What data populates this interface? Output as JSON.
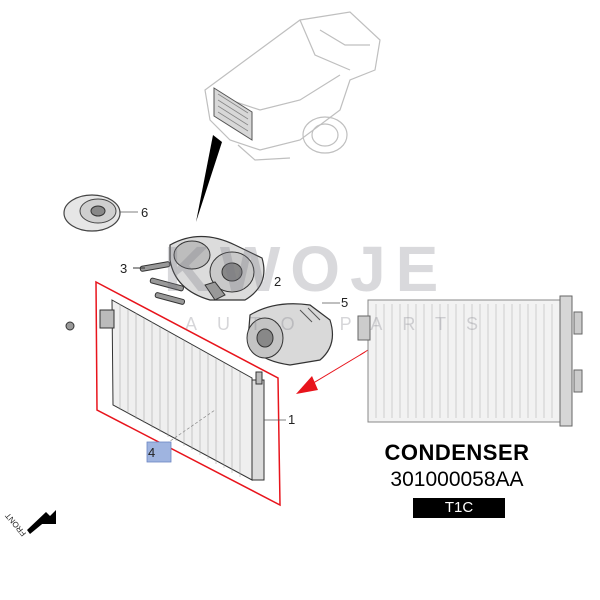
{
  "callouts": {
    "one": "1",
    "two": "2",
    "three": "3",
    "four": "4",
    "five": "5",
    "six": "6"
  },
  "watermark": {
    "main": "KWOJE",
    "sub": "AUTO PARTS"
  },
  "product": {
    "title": "CONDENSER",
    "part_number": "301000058AA",
    "badge": "T1C"
  },
  "direction_label": "FRONT",
  "colors": {
    "highlight": "#e8141c",
    "marker_fill": "#9fb4e0",
    "badge_bg": "#000000",
    "watermark": "#8a8c96"
  }
}
